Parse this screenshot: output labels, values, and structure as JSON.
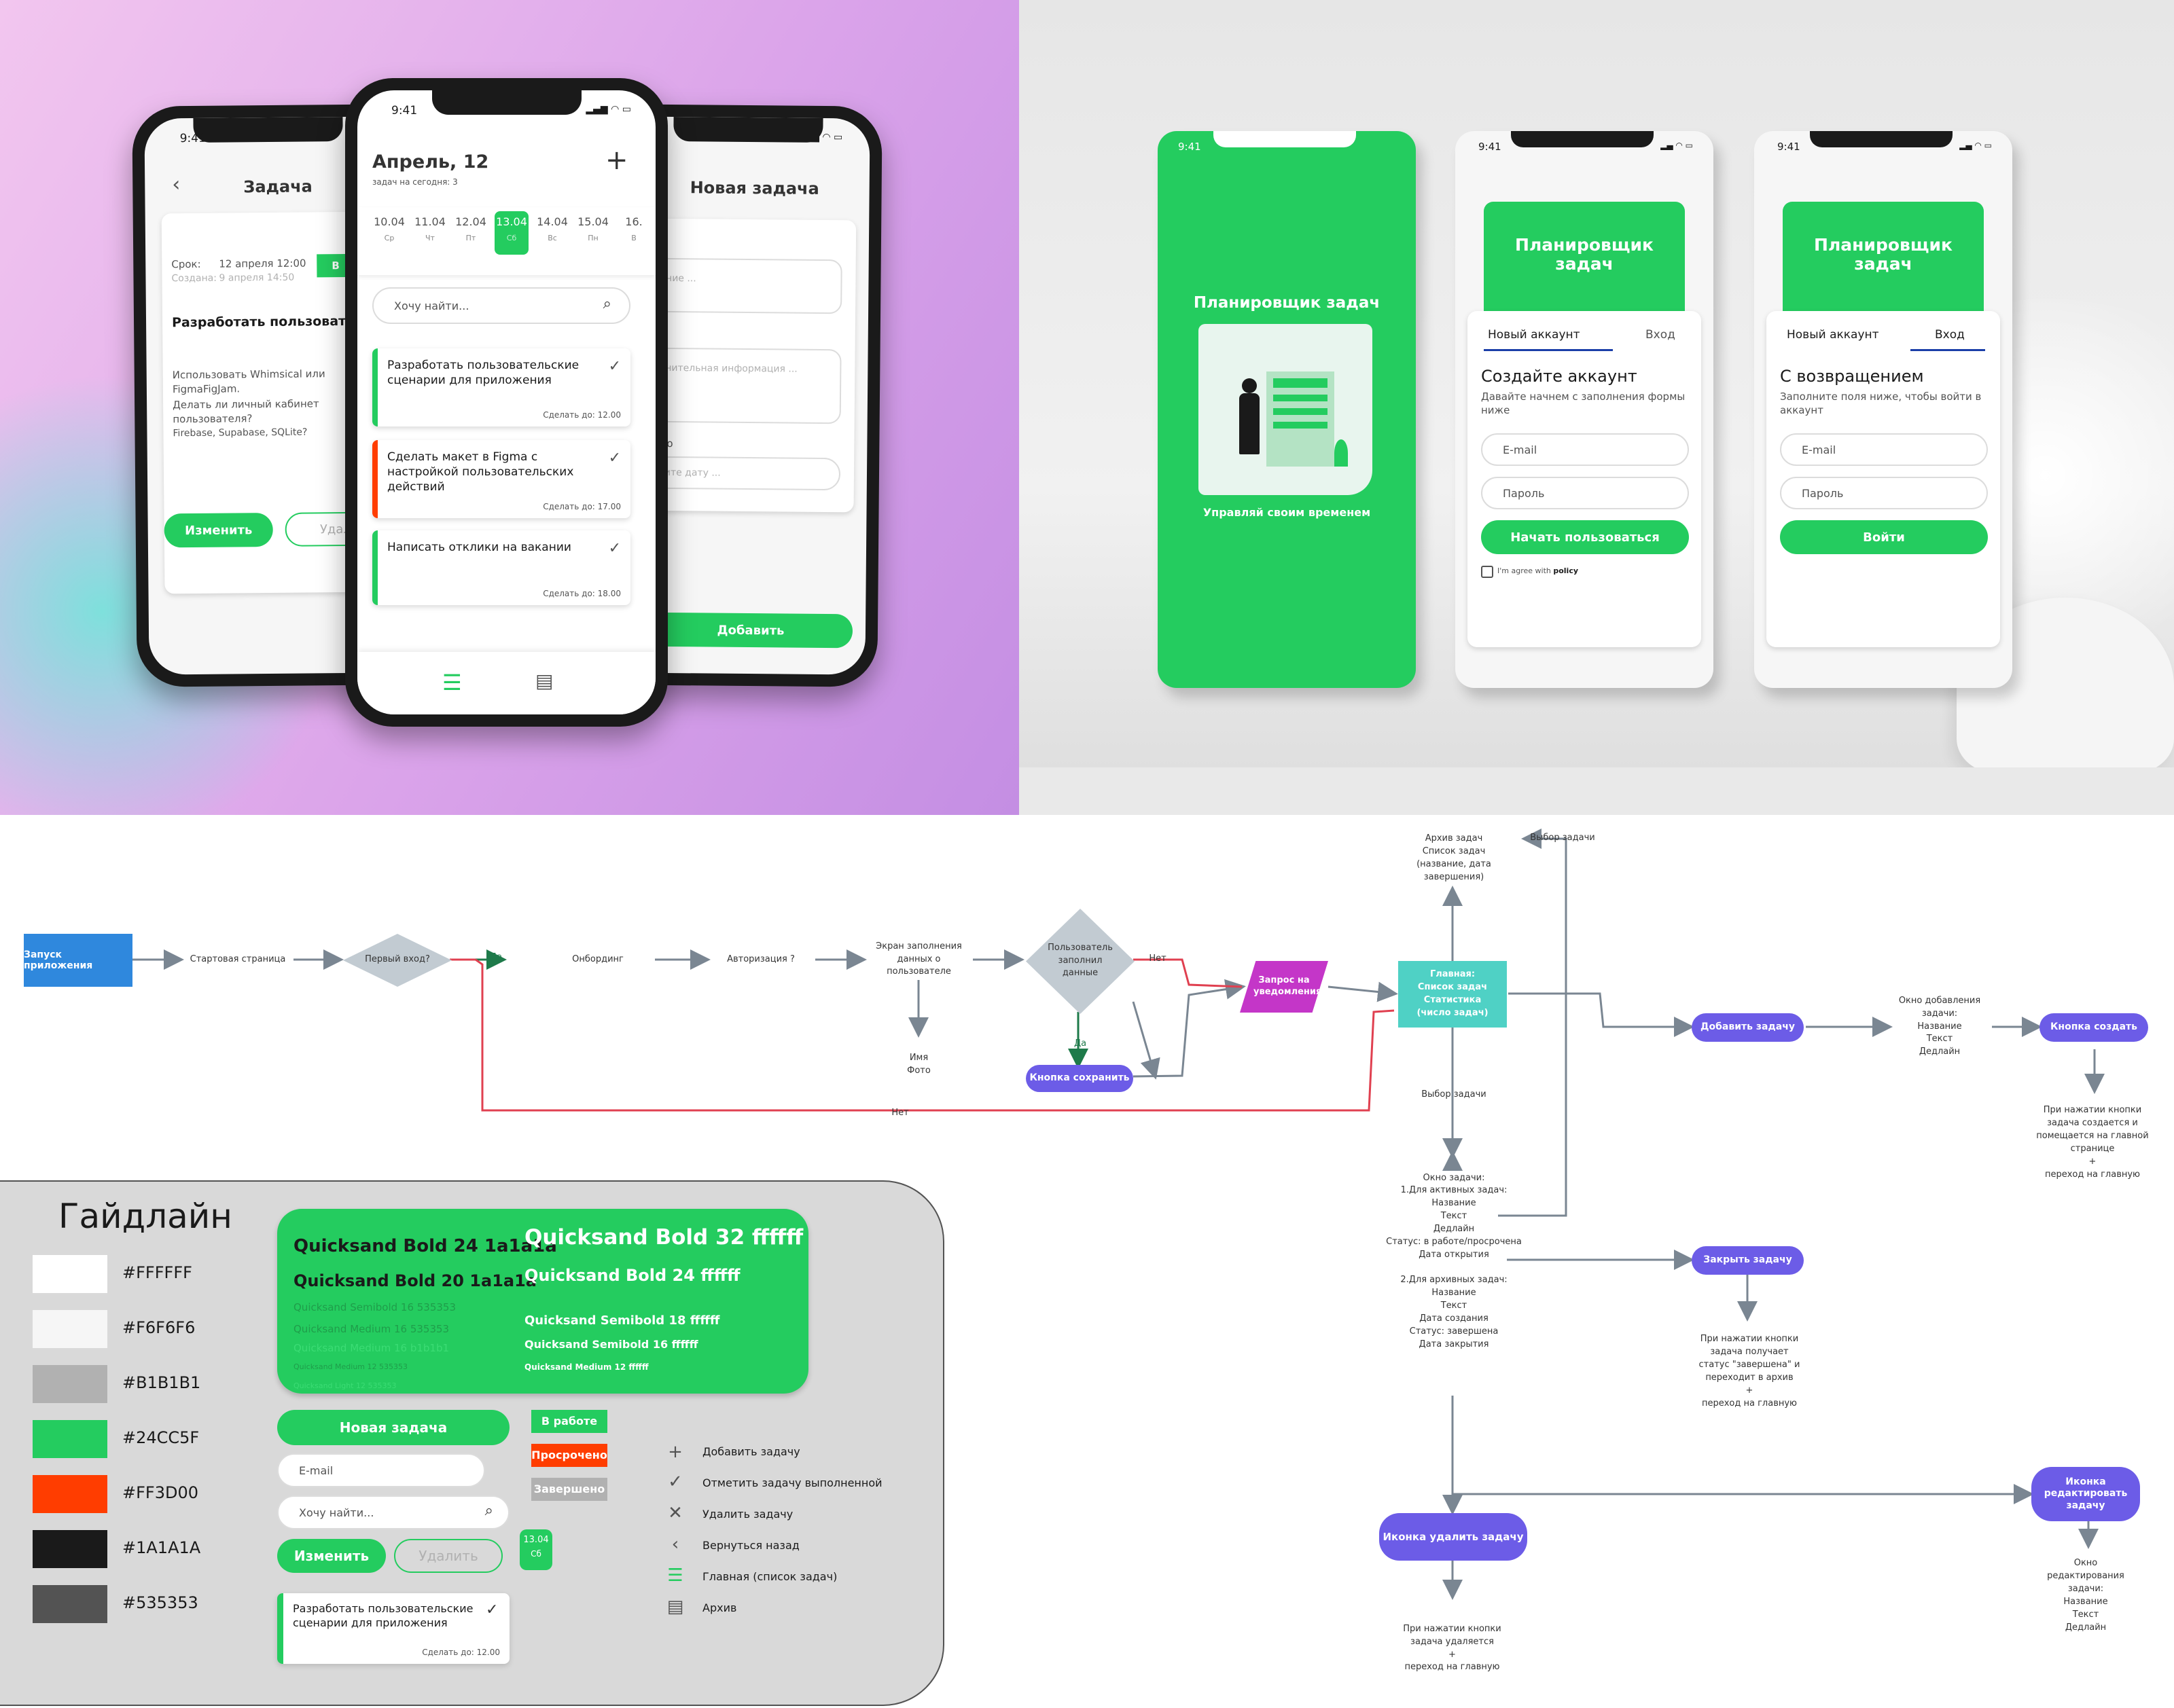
{
  "status_time": "9:41",
  "task_screen": {
    "title": "Задача",
    "deadline_label": "Срок:",
    "deadline_value": "12 апреля 12:00",
    "created_label": "Создана:",
    "created_value": "9 апреля 14:50",
    "badge": "В",
    "task_title": "Разработать пользовательские сценарии для приложения",
    "desc1": "Использовать Whimsical или FigmaFigJam.",
    "desc2": "Делать ли личный кабинет пользователя?",
    "desc3": "Firebase, Supabase, SQLite?",
    "edit_btn": "Изменить",
    "delete_btn": "Удали"
  },
  "main_screen": {
    "title": "Апрель, 12",
    "subtitle": "задач на сегодня: 3",
    "dates": [
      {
        "d": "10.04",
        "w": "Ср"
      },
      {
        "d": "11.04",
        "w": "Чт"
      },
      {
        "d": "12.04",
        "w": "Пт"
      },
      {
        "d": "13.04",
        "w": "Сб"
      },
      {
        "d": "14.04",
        "w": "Вс"
      },
      {
        "d": "15.04",
        "w": "Пн"
      },
      {
        "d": "16.",
        "w": "В"
      }
    ],
    "search_placeholder": "Хочу найти...",
    "tasks": [
      {
        "text": "Разработать пользовательские сценарии для приложения",
        "due": "Сделать до: 12.00",
        "color": "#24CC5F"
      },
      {
        "text": "Сделать макет в Figma с настройкой пользовательских действий",
        "due": "Сделать до: 17.00",
        "color": "#FF3D00"
      },
      {
        "text": "Написать отклики на вакании",
        "due": "Сделать до: 18.00",
        "color": "#24CC5F"
      }
    ]
  },
  "new_task_screen": {
    "title": "Новая задача",
    "f1_label": "ие",
    "f1_ph": "ание ...",
    "f2_label": "и",
    "f2_ph": "лнительная информация ...",
    "f3_label": "ь до",
    "f3_ph": "рите дату ...",
    "add_btn": "Добавить"
  },
  "splash": {
    "title": "Планировщик задач",
    "tagline": "Управляй своим временем"
  },
  "register": {
    "header": "Планировщик задач",
    "tab_new": "Новый аккаунт",
    "tab_login": "Вход",
    "heading": "Создайте аккаунт",
    "sub": "Давайте начнем с заполнения формы ниже",
    "email": "E-mail",
    "password": "Пароль",
    "btn": "Начать пользоваться",
    "agree": "I'm agree with",
    "policy": "policy"
  },
  "login": {
    "header": "Планировщик задач",
    "tab_new": "Новый аккаунт",
    "tab_login": "Вход",
    "heading": "С возвращением",
    "sub": "Заполните поля ниже, чтобы войти в аккаунт",
    "email": "E-mail",
    "password": "Пароль",
    "btn": "Войти"
  },
  "flow": {
    "launch": "Запуск приложения",
    "start": "Стартовая страница",
    "first": "Первый вход?",
    "yes": "Да",
    "onboard": "Онбординг",
    "auth": "Авторизация ?",
    "fill": "Экран заполнения данных о пользователе",
    "filled": "Пользователь заполнил данные",
    "no": "Нет",
    "name_photo": "Имя\nФото",
    "save_btn": "Кнопка сохранить",
    "notify": "Запрос на уведомления",
    "main": "Главная:\nСписок задач\nСтатистика\n(число задач)",
    "archive": "Архив задач\nСписок задач\n(название, дата завершения)",
    "choose1": "Выбор задачи",
    "choose2": "Выбор задачи",
    "add_task": "Добавить задачу",
    "add_window": "Окно добавления задачи:\nНазвание\nТекст\nДедлайн",
    "create_btn": "Кнопка создать",
    "create_note": "При нажатии кнопки задача создается и помещается на главной странице\n+\nпереход на главную",
    "task_window": "Окно задачи:\n1.Для активных задач:\nНазвание\nТекст\nДедлайн\nСтатус: в работе/просрочена\nДата открытия\n\n2.Для архивных задач:\nНазвание\nТекст\nДата создания\nСтатус: завершена\nДата закрытия",
    "close_task": "Закрыть задачу",
    "close_note": "При нажатии кнопки задача получает статус \"завершена\" и переходит в архив\n+\nпереход на главную",
    "edit_icon": "Иконка редактировать задачу",
    "edit_window": "Окно редактирования задачи:\nНазвание\nТекст\nДедлайн",
    "del_icon": "Иконка удалить задачу",
    "del_note": "При нажатии кнопки задача удаляется\n+\nпереход на главную"
  },
  "guide": {
    "title": "Гайдлайн",
    "colors": [
      "#FFFFFF",
      "#F6F6F6",
      "#B1B1B1",
      "#24CC5F",
      "#FF3D00",
      "#1A1A1A",
      "#535353"
    ],
    "type_left": [
      "Quicksand Bold 24 1a1a1a",
      "Quicksand Bold 20 1a1a1a",
      "Quicksand Semibold 16 535353",
      "Quicksand Medium 16 535353",
      "Quicksand Medium 16 b1b1b1",
      "Quicksand Medium 12 535353",
      "Quicksand Light 12 535353"
    ],
    "type_right": [
      "Quicksand Bold 32 ffffff",
      "Quicksand Bold 24 ffffff",
      "Quicksand Semibold 18 ffffff",
      "Quicksand Semibold 16 ffffff",
      "Quicksand Medium 12 ffffff"
    ],
    "new_task_btn": "Новая задача",
    "email": "E-mail",
    "search": "Хочу найти...",
    "edit": "Изменить",
    "delete": "Удалить",
    "date": "13.04",
    "day": "Сб",
    "status_work": "В работе",
    "status_overdue": "Просрочено",
    "status_done": "Завершено",
    "card_text": "Разработать пользовательские сценарии для приложения",
    "card_due": "Сделать до: 12.00",
    "icons": [
      "Добавить задачу",
      "Отметить задачу выполненной",
      "Удалить задачу",
      "Вернуться назад",
      "Главная (список задач)",
      "Архив"
    ]
  }
}
